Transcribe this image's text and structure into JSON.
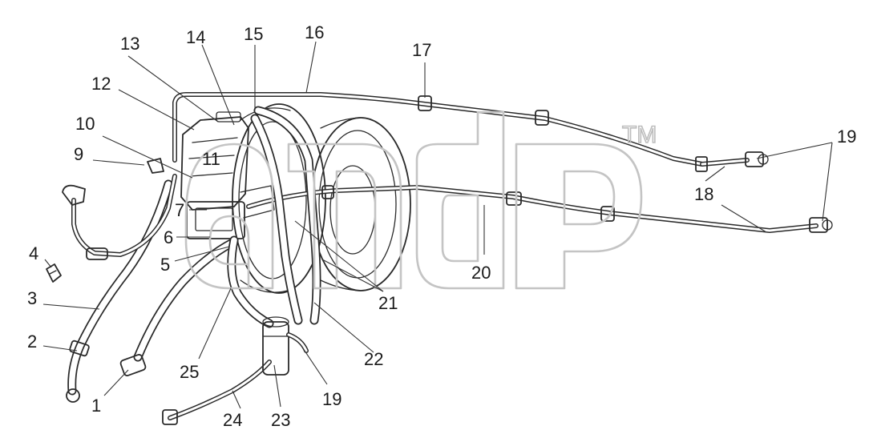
{
  "callouts": [
    "1",
    "2",
    "3",
    "4",
    "5",
    "6",
    "7",
    "9",
    "10",
    "11",
    "12",
    "13",
    "14",
    "15",
    "16",
    "17",
    "18",
    "19",
    "19",
    "20",
    "21",
    "22",
    "23",
    "24",
    "25"
  ],
  "watermark": {
    "tm": "TM"
  },
  "colors": {
    "line": "#2a2a2a",
    "watermark": "#c4c4c4",
    "background": "#ffffff"
  }
}
